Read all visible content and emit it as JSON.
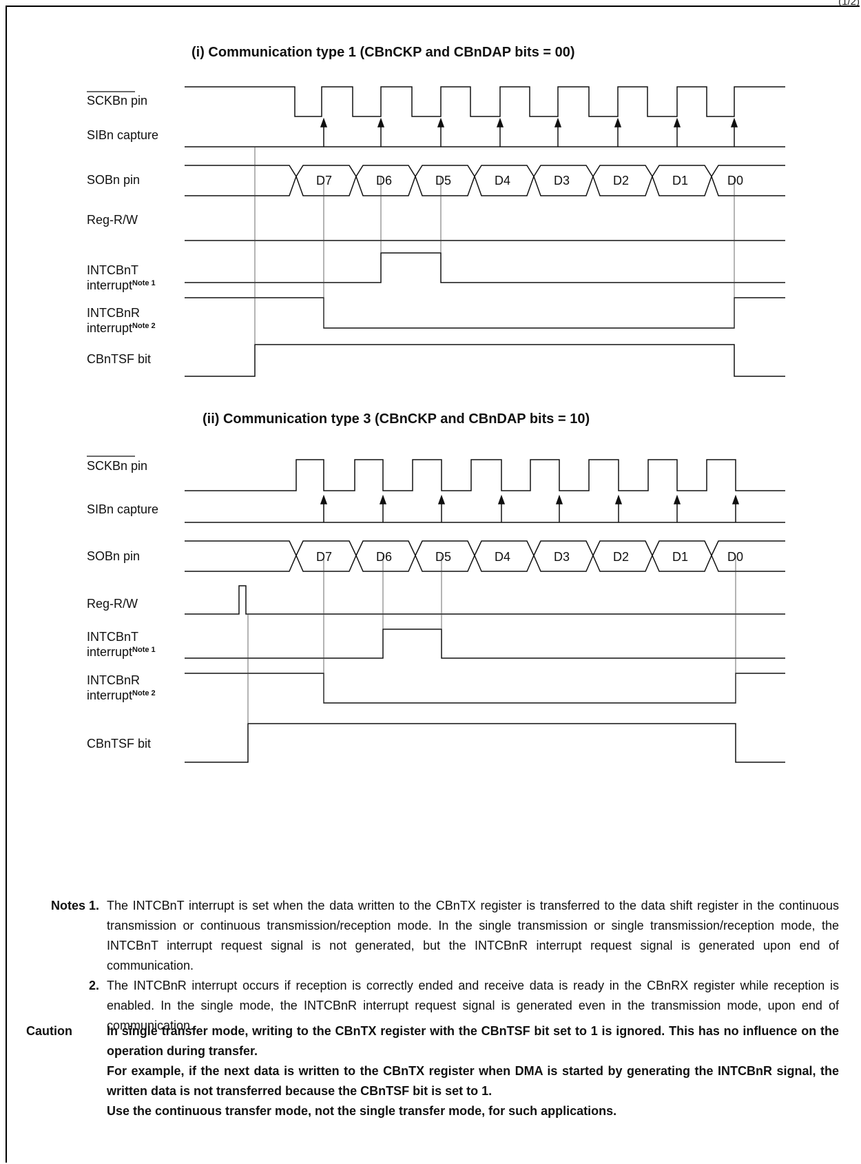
{
  "page": {
    "corner_text": "(1/2)"
  },
  "diagram1": {
    "title": "(i)  Communication type 1 (CBnCKP and CBnDAP bits = 00)",
    "signals": [
      {
        "label": "SCKBn pin"
      },
      {
        "label": "SIBn capture"
      },
      {
        "label": "SOBn pin"
      },
      {
        "label": "Reg-R/W"
      },
      {
        "label": "INTCBnT",
        "label2": "interrupt",
        "note": "Note 1"
      },
      {
        "label": "INTCBnR",
        "label2": "interrupt",
        "note": "Note 2"
      },
      {
        "label": "CBnTSF bit"
      }
    ],
    "data_bits": [
      "D7",
      "D6",
      "D5",
      "D4",
      "D3",
      "D2",
      "D1",
      "D0"
    ]
  },
  "diagram2": {
    "title": "(ii)  Communication type 3 (CBnCKP and CBnDAP bits = 10)",
    "signals": [
      {
        "label": "SCKBn pin"
      },
      {
        "label": "SIBn capture"
      },
      {
        "label": "SOBn pin"
      },
      {
        "label": "Reg-R/W"
      },
      {
        "label": "INTCBnT",
        "label2": "interrupt",
        "note": "Note 1"
      },
      {
        "label": "INTCBnR",
        "label2": "interrupt",
        "note": "Note 2"
      },
      {
        "label": "CBnTSF bit"
      }
    ],
    "data_bits": [
      "D7",
      "D6",
      "D5",
      "D4",
      "D3",
      "D2",
      "D1",
      "D0"
    ]
  },
  "notes": {
    "label": "Notes 1.",
    "item1": "The INTCBnT interrupt is set when the data written to the CBnTX register is transferred to the data shift register in the continuous transmission or continuous transmission/reception mode.  In the single transmission or single transmission/reception mode, the INTCBnT interrupt request signal is not generated, but the INTCBnR interrupt request signal is generated upon end of communication.",
    "label2": "2.",
    "item2": "The INTCBnR interrupt occurs if reception is correctly ended and receive data is ready in the CBnRX register while reception is enabled.  In the single mode, the INTCBnR interrupt request signal is generated even in the transmission mode, upon end of communication."
  },
  "caution": {
    "label": "Caution",
    "line1": "In single transfer mode, writing to the CBnTX register with the CBnTSF bit set to 1 is ignored. This has no influence on the operation during transfer.",
    "line2": "For example, if the next data is written to the CBnTX register when DMA is started by generating the INTCBnR signal, the written data is not transferred because the CBnTSF bit is set to 1.",
    "line3": "Use the continuous transfer mode, not the single transfer mode, for such applications."
  }
}
